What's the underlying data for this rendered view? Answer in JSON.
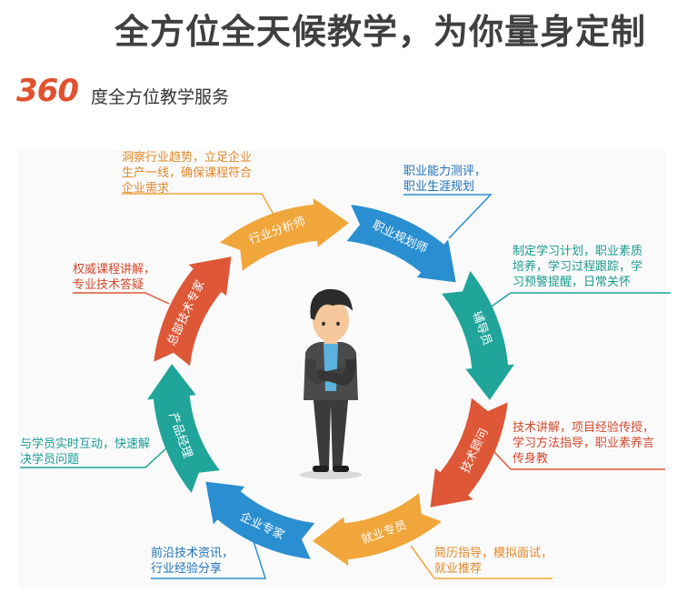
{
  "headline": "全方位全天候教学，为你量身定制",
  "subtitle_logo": "360",
  "subtitle_text": "度全方位教学服务",
  "roles": [
    {
      "label": "行业分析师",
      "color": "#f0a63a"
    },
    {
      "label": "职业规划师",
      "color": "#2a8fd0"
    },
    {
      "label": "辅导员",
      "color": "#21a59b"
    },
    {
      "label": "技术顾问",
      "color": "#de5737"
    },
    {
      "label": "就业专员",
      "color": "#f0a63a"
    },
    {
      "label": "企业专家",
      "color": "#2a8fd0"
    },
    {
      "label": "产品经理",
      "color": "#21a59b"
    },
    {
      "label": "总部技术专家",
      "color": "#de5737"
    }
  ],
  "notes": {
    "analyst": [
      "洞察行业趋势，立足企业",
      "生产一线，确保课程符合",
      "企业需求"
    ],
    "planner": [
      "职业能力测评，",
      "职业生涯规划"
    ],
    "counselor": [
      "制定学习计划，职业素质",
      "培养，学习过程跟踪，学",
      "习预警提醒，日常关怀"
    ],
    "tech_advisor": [
      "技术讲解，项目经验传授，",
      "学习方法指导，职业素养言",
      "传身教"
    ],
    "employment": [
      "简历指导，模拟面试，",
      "就业推荐"
    ],
    "enterprise": [
      "前沿技术资讯，",
      "行业经验分享"
    ],
    "product": [
      "与学员实时互动，快速解",
      "决学员问题"
    ],
    "hq_expert": [
      "权威课程讲解，",
      "专业技术答疑"
    ]
  },
  "figure": {
    "skin": "#f6c79a",
    "hair": "#2b2b2b",
    "suit": "#4a4a4a",
    "shirt": "#5bb2dd"
  }
}
